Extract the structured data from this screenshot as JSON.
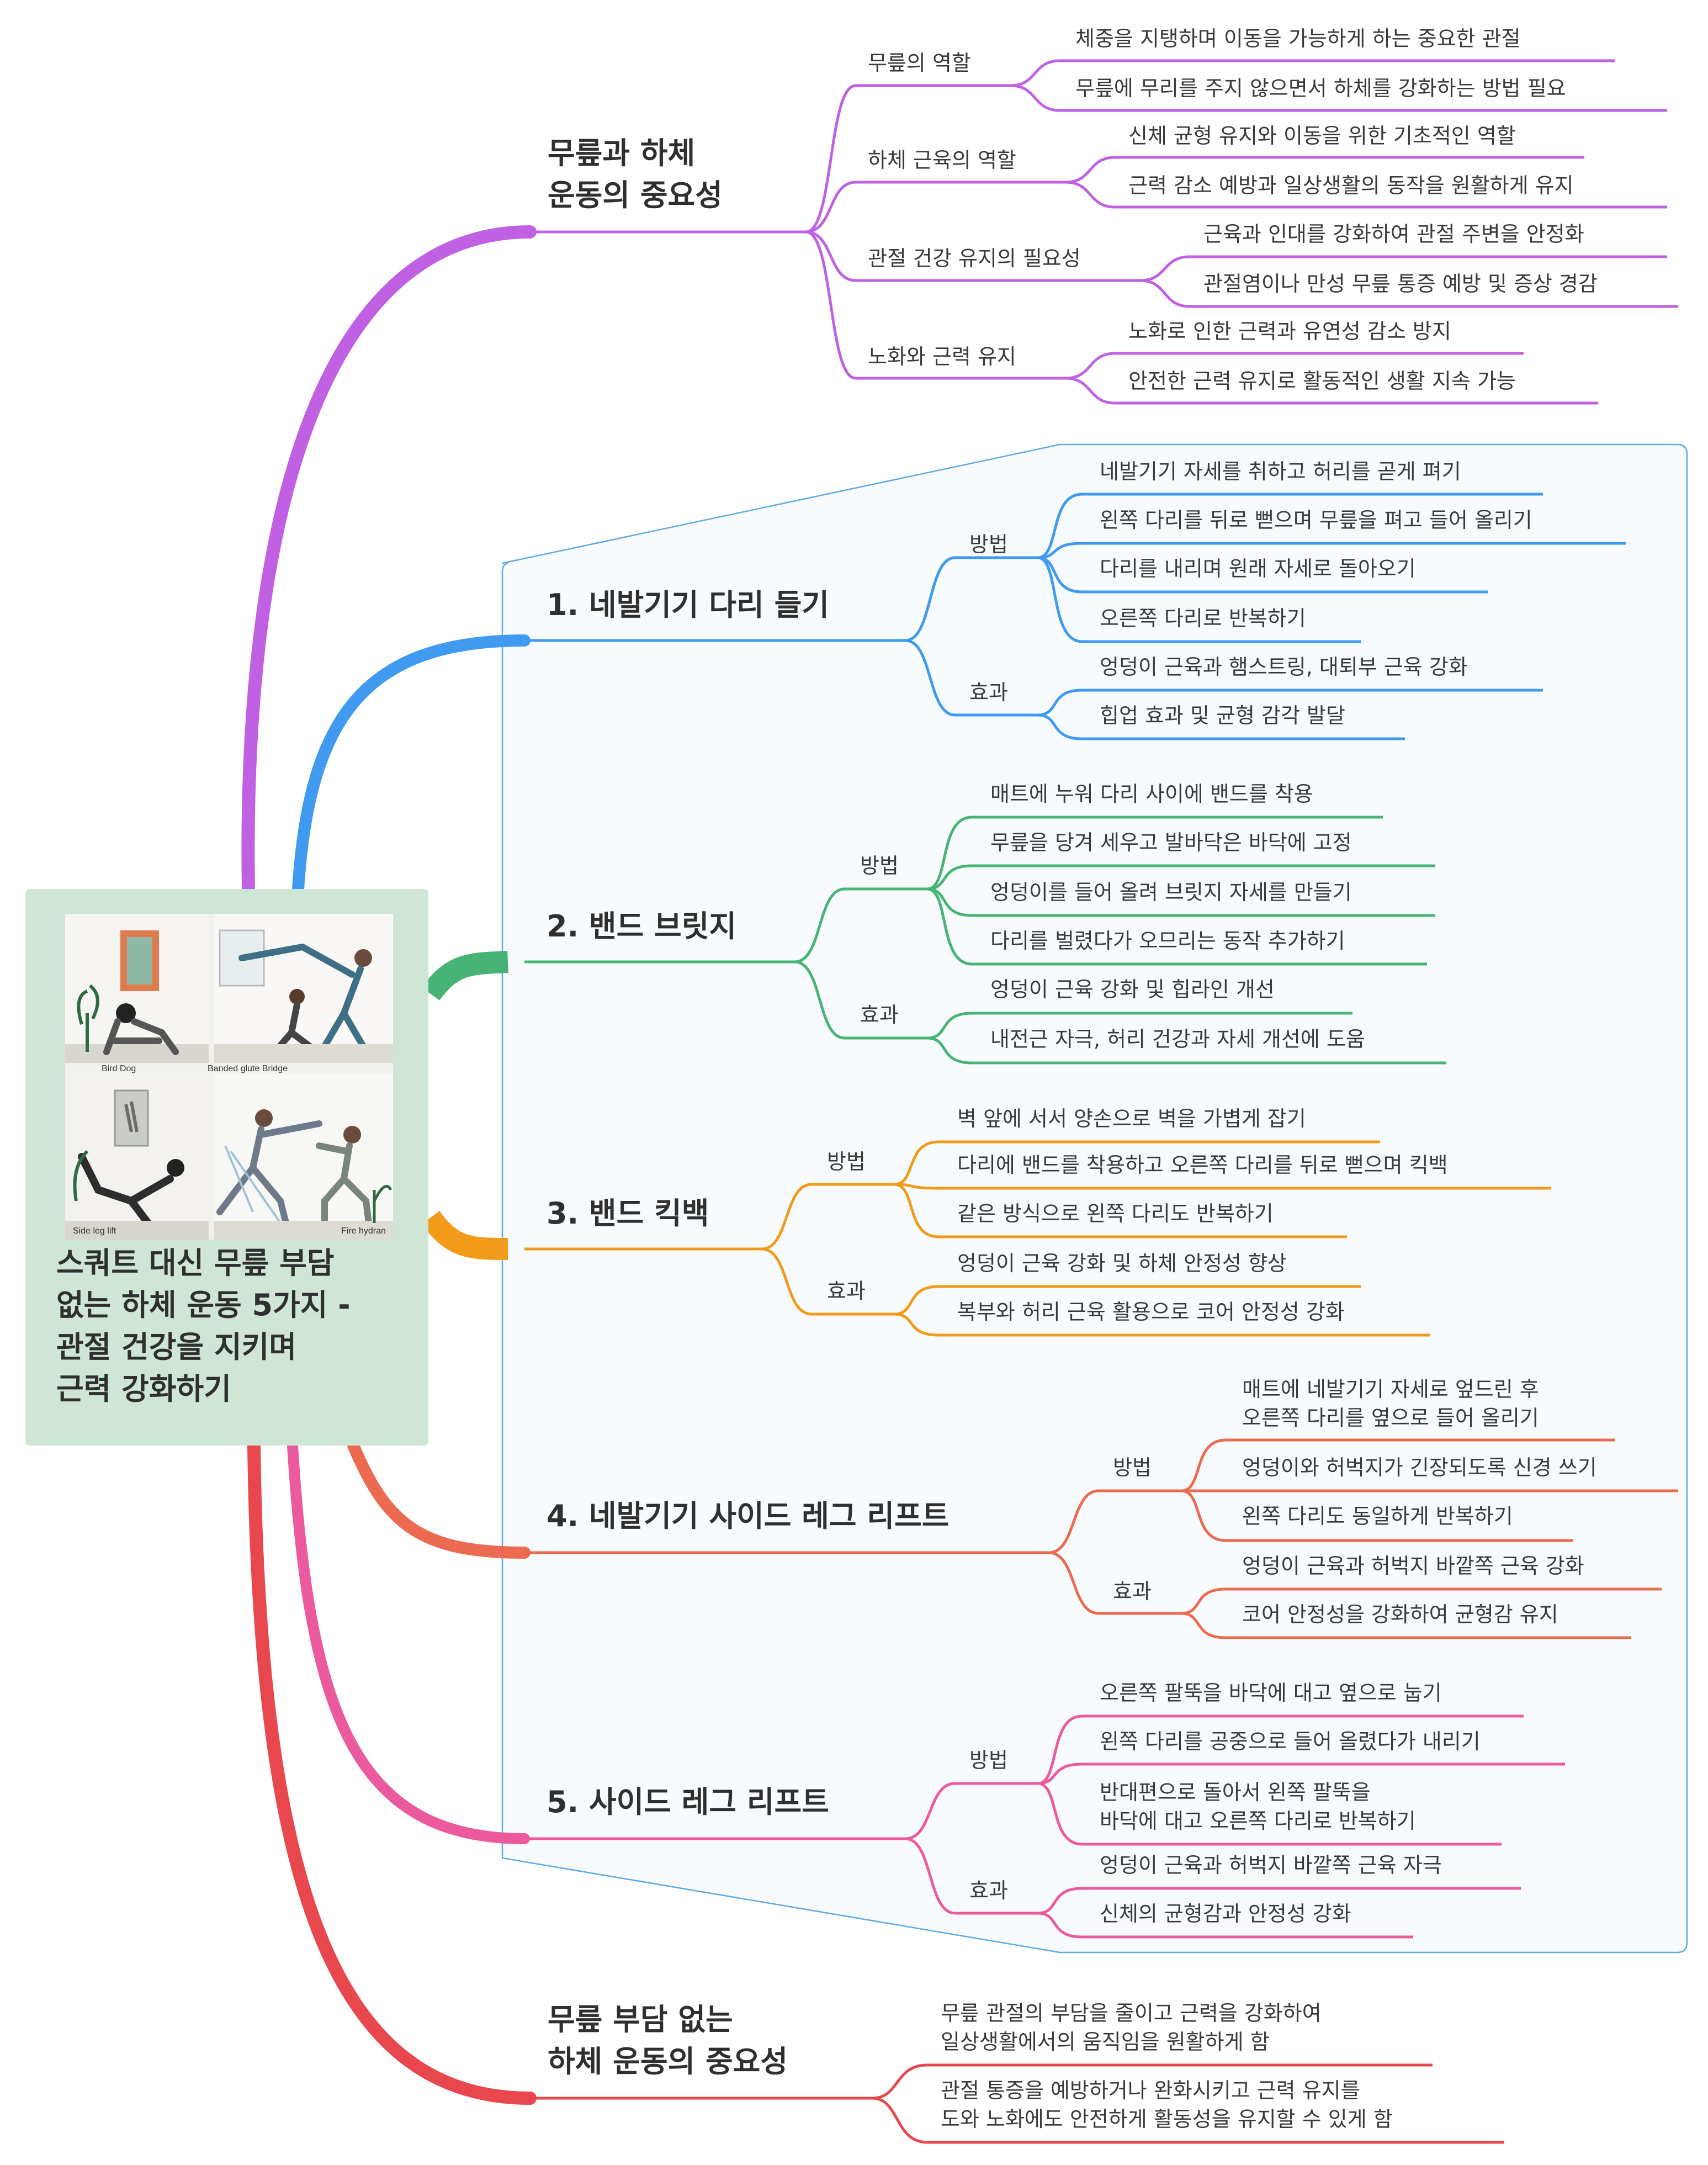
{
  "root": {
    "title": "스쿼트 대신 무릎 부담\n없는 하체 운동 5가지 -\n관절 건강을 지키며\n근력 강화하기",
    "illustration": {
      "captions": [
        "Bird Dog",
        "Banded glute Bridge",
        "Side leg lift",
        "Fire hydran"
      ]
    }
  },
  "colors": {
    "purple": "#c061e4",
    "blue": "#3f9af0",
    "green": "#47b475",
    "orange": "#f29b1a",
    "coral": "#ec6a50",
    "pink": "#ec5a9e",
    "red": "#e8474d",
    "frame": "#5da9e6"
  },
  "branches": {
    "b0": {
      "title": "무릎과 하체\n운동의 중요성",
      "groups": [
        {
          "label": "무릎의 역할",
          "items": [
            "체중을 지탱하며 이동을 가능하게 하는 중요한 관절",
            "무릎에 무리를 주지 않으면서 하체를 강화하는 방법 필요"
          ]
        },
        {
          "label": "하체 근육의 역할",
          "items": [
            "신체 균형 유지와 이동을 위한 기초적인 역할",
            "근력 감소 예방과 일상생활의 동작을 원활하게 유지"
          ]
        },
        {
          "label": "관절 건강 유지의 필요성",
          "items": [
            "근육과 인대를 강화하여 관절 주변을 안정화",
            "관절염이나 만성 무릎 통증 예방 및 증상 경감"
          ]
        },
        {
          "label": "노화와 근력 유지",
          "items": [
            "노화로 인한 근력과 유연성 감소 방지",
            "안전한 근력 유지로 활동적인 생활 지속 가능"
          ]
        }
      ]
    },
    "b1": {
      "title": "1. 네발기기 다리 들기",
      "groups": [
        {
          "label": "방법",
          "items": [
            "네발기기 자세를 취하고 허리를 곧게 펴기",
            "왼쪽 다리를 뒤로 뻗으며 무릎을 펴고 들어 올리기",
            "다리를 내리며 원래 자세로 돌아오기",
            "오른쪽 다리로 반복하기"
          ]
        },
        {
          "label": "효과",
          "items": [
            "엉덩이 근육과 햄스트링, 대퇴부 근육 강화",
            "힙업 효과 및 균형 감각 발달"
          ]
        }
      ]
    },
    "b2": {
      "title": "2. 밴드 브릿지",
      "groups": [
        {
          "label": "방법",
          "items": [
            "매트에 누워 다리 사이에 밴드를 착용",
            "무릎을 당겨 세우고 발바닥은 바닥에 고정",
            "엉덩이를 들어 올려 브릿지 자세를 만들기",
            "다리를 벌렸다가 오므리는 동작 추가하기"
          ]
        },
        {
          "label": "효과",
          "items": [
            "엉덩이 근육 강화 및 힙라인 개선",
            "내전근 자극, 허리 건강과 자세 개선에 도움"
          ]
        }
      ]
    },
    "b3": {
      "title": "3. 밴드 킥백",
      "groups": [
        {
          "label": "방법",
          "items": [
            "벽 앞에 서서 양손으로 벽을 가볍게 잡기",
            "다리에 밴드를 착용하고 오른쪽 다리를 뒤로 뻗으며 킥백",
            "같은 방식으로 왼쪽 다리도 반복하기"
          ]
        },
        {
          "label": "효과",
          "items": [
            "엉덩이 근육 강화 및 하체 안정성 향상",
            "복부와 허리 근육 활용으로 코어 안정성 강화"
          ]
        }
      ]
    },
    "b4": {
      "title": "4. 네발기기 사이드 레그 리프트",
      "groups": [
        {
          "label": "방법",
          "items": [
            "매트에 네발기기 자세로 엎드린 후\n오른쪽 다리를 옆으로 들어 올리기",
            "엉덩이와 허벅지가 긴장되도록 신경 쓰기",
            "왼쪽 다리도 동일하게 반복하기"
          ]
        },
        {
          "label": "효과",
          "items": [
            "엉덩이 근육과 허벅지 바깥쪽 근육 강화",
            "코어 안정성을 강화하여 균형감 유지"
          ]
        }
      ]
    },
    "b5": {
      "title": "5. 사이드 레그 리프트",
      "groups": [
        {
          "label": "방법",
          "items": [
            "오른쪽 팔뚝을 바닥에 대고 옆으로 눕기",
            "왼쪽 다리를 공중으로 들어 올렸다가 내리기",
            "반대편으로 돌아서 왼쪽 팔뚝을\n바닥에 대고 오른쪽 다리로 반복하기"
          ]
        },
        {
          "label": "효과",
          "items": [
            "엉덩이 근육과 허벅지 바깥쪽 근육 자극",
            "신체의 균형감과 안정성 강화"
          ]
        }
      ]
    },
    "b6": {
      "title": "무릎 부담 없는\n하체 운동의 중요성",
      "items": [
        "무릎 관절의 부담을 줄이고 근력을 강화하여\n일상생활에서의 움직임을 원활하게 함",
        "관절 통증을 예방하거나 완화시키고 근력 유지를\n도와 노화에도 안전하게 활동성을 유지할 수 있게 함"
      ]
    }
  }
}
